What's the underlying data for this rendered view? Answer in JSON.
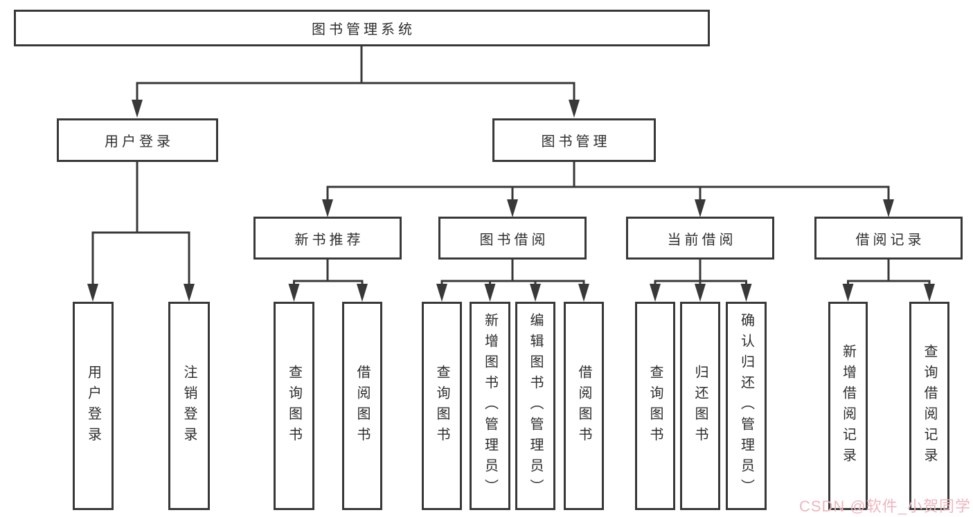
{
  "diagram": {
    "root": {
      "label": "图书管理系统"
    },
    "level2": [
      {
        "label": "用户登录"
      },
      {
        "label": "图书管理"
      }
    ],
    "level3": [
      {
        "label": "新书推荐"
      },
      {
        "label": "图书借阅"
      },
      {
        "label": "当前借阅"
      },
      {
        "label": "借阅记录"
      }
    ],
    "leaves": {
      "user_login": [
        {
          "label": "用户登录"
        },
        {
          "label": "注销登录"
        }
      ],
      "new_book_recommend": [
        {
          "label": "查询图书"
        },
        {
          "label": "借阅图书"
        }
      ],
      "book_borrow": [
        {
          "label": "查询图书"
        },
        {
          "label": "新增图书（管理员）"
        },
        {
          "label": "编辑图书（管理员）"
        },
        {
          "label": "借阅图书"
        }
      ],
      "current_borrow": [
        {
          "label": "查询图书"
        },
        {
          "label": "归还图书"
        },
        {
          "label": "确认归还（管理员）"
        }
      ],
      "borrow_record": [
        {
          "label": "新增借阅记录"
        },
        {
          "label": "查询借阅记录"
        }
      ]
    }
  },
  "watermark": {
    "text": "CSDN @软件_小贺同学",
    "color": "#efb5bf"
  },
  "colors": {
    "line": "#383838",
    "box_border": "#383838",
    "box_fill": "#ffffff",
    "text": "#2d2d2d",
    "background": "#ffffff"
  }
}
